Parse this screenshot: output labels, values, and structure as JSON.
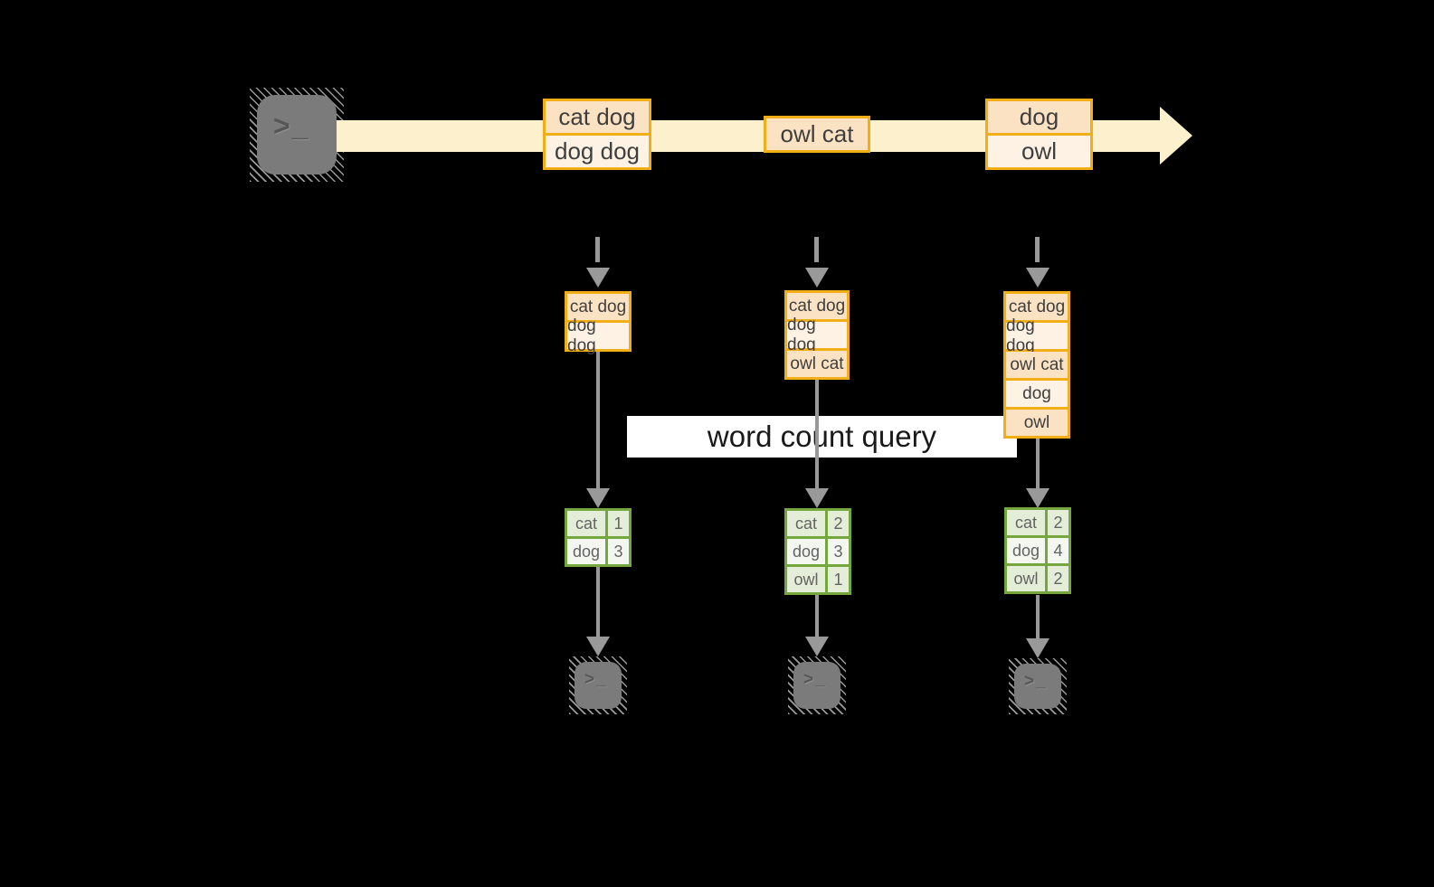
{
  "diagram": {
    "query_label": "word count query",
    "terminal_prompt": ">_"
  },
  "colors": {
    "background": "#000000",
    "stream_band": "#fdf0cd",
    "event_border": "#f2ae17",
    "event_fill_dark": "#fbe2c3",
    "event_fill_light": "#fdf2e4",
    "table_border": "#74a83e",
    "table_fill_green": "#e4edd8",
    "table_fill_white": "#f4f7f0",
    "arrow_gray": "#999999",
    "terminal_gray": "#7b7b7b",
    "text_dark": "#3e3e3e"
  },
  "timeline": {
    "events": [
      {
        "lines": [
          "cat dog",
          "dog dog"
        ]
      },
      {
        "lines": [
          "owl cat"
        ]
      },
      {
        "lines": [
          "dog",
          "owl"
        ]
      }
    ]
  },
  "columns": [
    {
      "state_rows": [
        "cat dog",
        "dog dog"
      ],
      "counts": [
        {
          "word": "cat",
          "count": "1"
        },
        {
          "word": "dog",
          "count": "3"
        }
      ]
    },
    {
      "state_rows": [
        "cat dog",
        "dog dog",
        "owl cat"
      ],
      "counts": [
        {
          "word": "cat",
          "count": "2"
        },
        {
          "word": "dog",
          "count": "3"
        },
        {
          "word": "owl",
          "count": "1"
        }
      ]
    },
    {
      "state_rows": [
        "cat dog",
        "dog dog",
        "owl cat",
        "dog",
        "owl"
      ],
      "counts": [
        {
          "word": "cat",
          "count": "2"
        },
        {
          "word": "dog",
          "count": "4"
        },
        {
          "word": "owl",
          "count": "2"
        }
      ]
    }
  ]
}
